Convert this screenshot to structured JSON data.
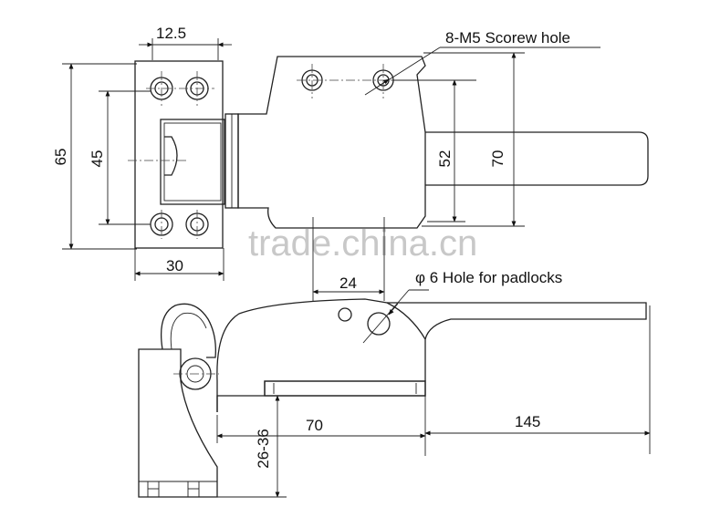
{
  "labels": {
    "dim_12_5": "12.5",
    "screw_hole": "8-M5 Scorew hole",
    "dim_65": "65",
    "dim_45": "45",
    "dim_52": "52",
    "dim_70_vertical": "70",
    "dim_30": "30",
    "dim_24": "24",
    "padlock_hole": "φ 6 Hole for padlocks",
    "dim_70_horizontal": "70",
    "dim_145": "145",
    "dim_26_36": "26-36"
  },
  "watermark": "trade.china.cn"
}
